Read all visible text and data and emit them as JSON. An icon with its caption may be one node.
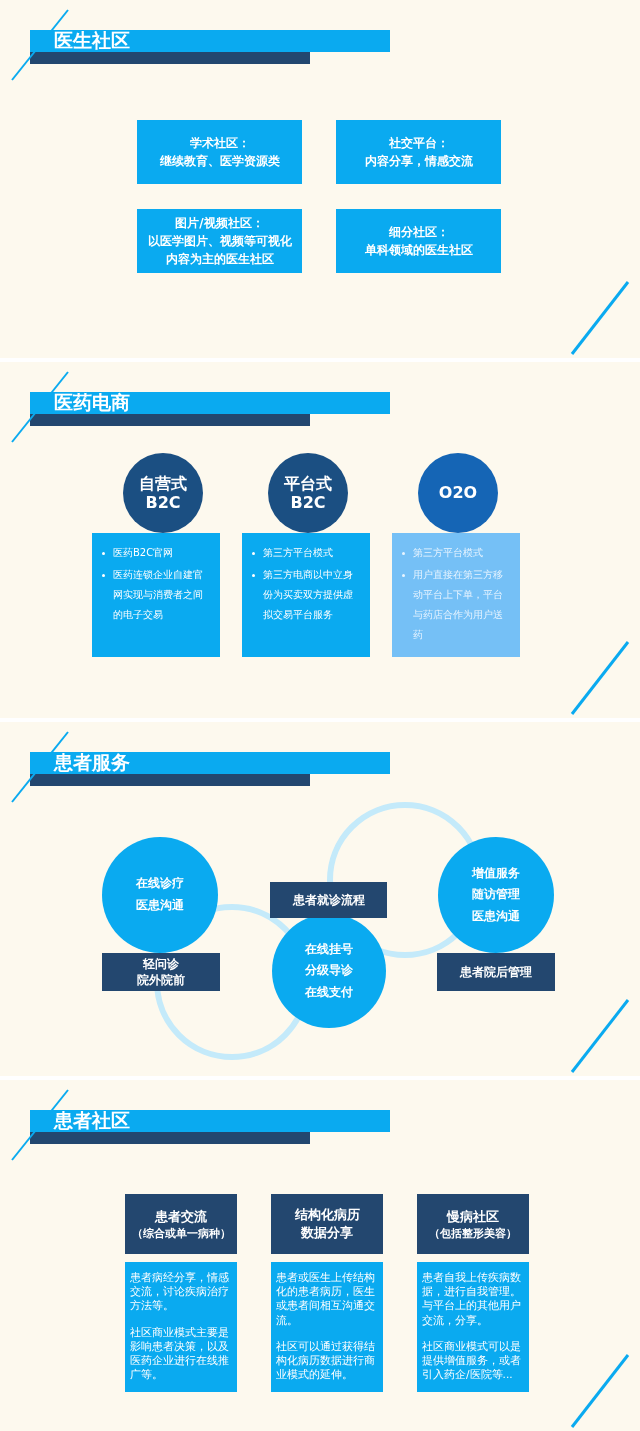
{
  "diagram": {
    "nodes": [
      {
        "text": [
          "医生社区"
        ]
      },
      {
        "text": [
          "学术社区：",
          "继续教育、医学资源类"
        ]
      },
      {
        "text": [
          "社交平台：",
          "内容分享，情感交流"
        ]
      },
      {
        "text": [
          "图片/视频社区：",
          "以医学图片、视频等可视化内容为主的医生社区"
        ]
      },
      {
        "text": [
          "细分社区：",
          "单科领域的医生社区"
        ]
      },
      {
        "text": [
          "医药电商"
        ]
      },
      {
        "text": [
          "自营式 B2C"
        ]
      },
      {
        "text": [
          "医药B2C官网",
          "医药连锁企业自建官网实现与消费者之间的电子交易"
        ]
      },
      {
        "text": [
          "平台式 B2C"
        ]
      },
      {
        "text": [
          "第三方平台模式",
          "第三方电商以中立身份为买卖双方提供虚拟交易平台服务"
        ]
      },
      {
        "text": [
          "O2O"
        ]
      },
      {
        "text": [
          "第三方平台模式",
          "用户直接在第三方移动平台上下单，平台与药店合作为用户送药"
        ]
      },
      {
        "text": [
          "患者服务"
        ]
      },
      {
        "text": [
          "在线诊疗",
          "医患沟通"
        ]
      },
      {
        "text": [
          "轻问诊",
          "院外院前"
        ]
      },
      {
        "text": [
          "患者就诊流程"
        ]
      },
      {
        "text": [
          "在线挂号",
          "分级导诊",
          "在线支付"
        ]
      },
      {
        "text": [
          "增值服务",
          "随访管理",
          "医患沟通"
        ]
      },
      {
        "text": [
          "患者院后管理"
        ]
      },
      {
        "text": [
          "患者社区"
        ]
      },
      {
        "text": [
          "患者交流",
          "（综合或单一病种）"
        ]
      },
      {
        "text": [
          "患者病经分享，情感交流，讨论疾病治疗方法等。",
          "社区商业模式主要是影响患者决策，以及医药企业进行在线推广等。"
        ]
      },
      {
        "text": [
          "结构化病历数据分享"
        ]
      },
      {
        "text": [
          "患者或医生上传结构化的患者病历，医生或患者间相互沟通交流。",
          "社区可以通过获得结构化病历数据进行商业模式的延伸。"
        ]
      },
      {
        "text": [
          "慢病社区",
          "（包括整形美容）"
        ]
      },
      {
        "text": [
          "患者自我上传疾病数据，进行自我管理。与平台上的其他用户交流，分享。",
          "社区商业模式可以是提供增值服务，或者引入药企/医院等..."
        ]
      }
    ],
    "edges": []
  }
}
